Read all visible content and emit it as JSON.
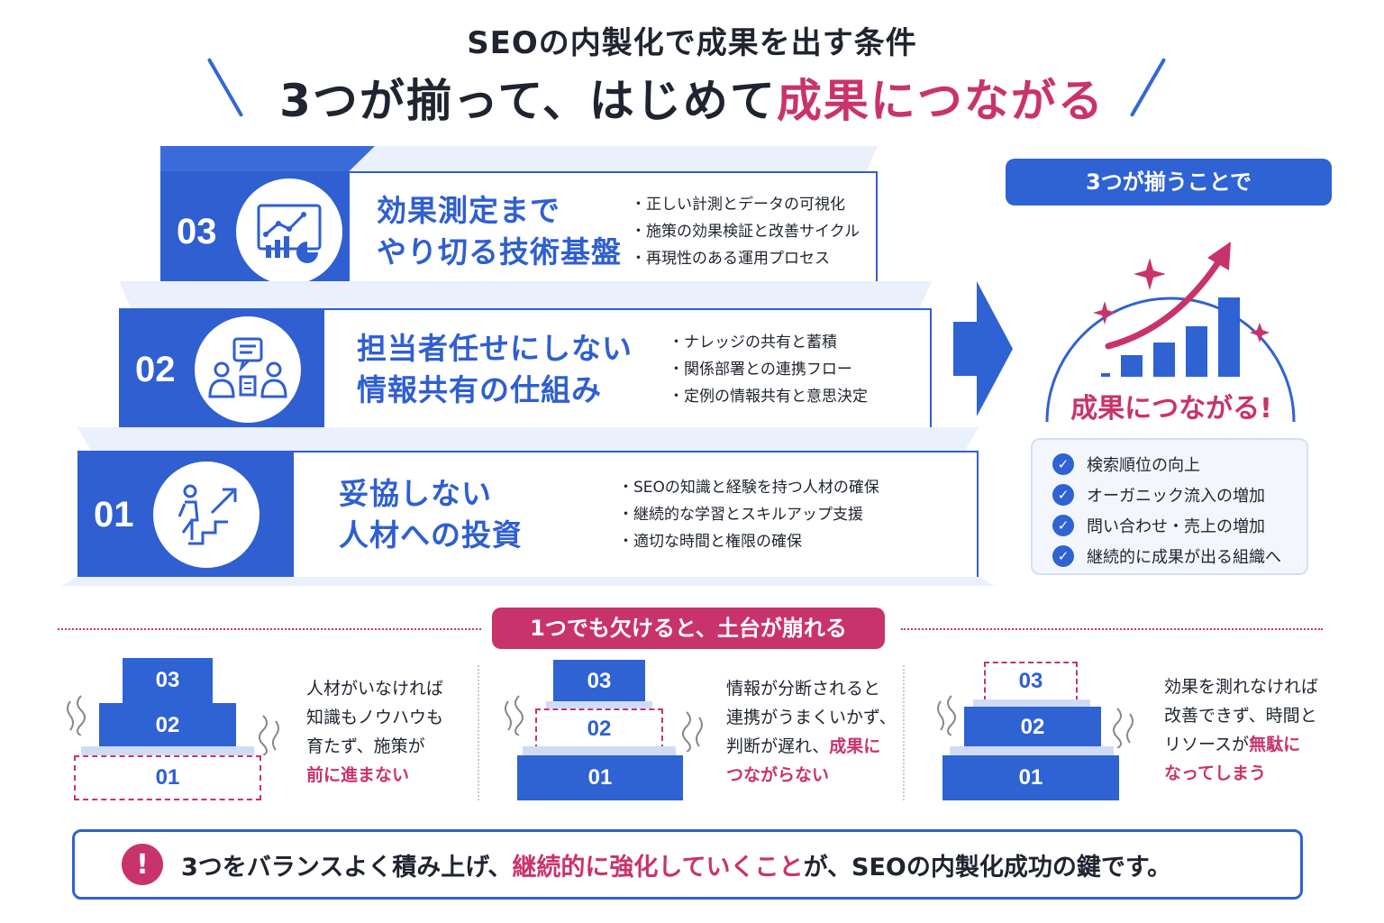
{
  "header": {
    "subtitle": "SEOの内製化で成果を出す条件",
    "headline_main": "3つが揃って、はじめて",
    "headline_accent": "成果につながる"
  },
  "tiers": [
    {
      "number": "03",
      "icon": "chart-analytics-icon",
      "title_line1": "効果測定まで",
      "title_line2": "やり切る技術基盤",
      "bullets": [
        "・正しい計測とデータの可視化",
        "・施策の効果検証と改善サイクル",
        "・再現性のある運用プロセス"
      ]
    },
    {
      "number": "02",
      "icon": "team-sharing-icon",
      "title_line1": "担当者任せにしない",
      "title_line2": "情報共有の仕組み",
      "bullets": [
        "・ナレッジの共有と蓄積",
        "・関係部署との連携フロー",
        "・定例の情報共有と意思決定"
      ]
    },
    {
      "number": "01",
      "icon": "person-climbing-stairs-icon",
      "title_line1": "妥協しない",
      "title_line2": "人材への投資",
      "bullets": [
        "・SEOの知識と経験を持つ人材の確保",
        "・継続的な学習とスキルアップ支援",
        "・適切な時間と権限の確保"
      ]
    }
  ],
  "result": {
    "pill": "3つが揃うことで",
    "caption": "成果につながる!",
    "items": [
      "検索順位の向上",
      "オーガニック流入の増加",
      "問い合わせ・売上の増加",
      "継続的に成果が出る組織へ"
    ]
  },
  "bottom": {
    "pill": "1つでも欠けると、土台が崩れる",
    "labels": {
      "a": "03",
      "b": "02",
      "c": "01"
    },
    "cases": [
      {
        "missing": "01",
        "lines": [
          "人材がいなければ",
          "知識もノウハウも",
          "育たず、施策が"
        ],
        "accent": "前に進まない"
      },
      {
        "missing": "02",
        "lines": [
          "情報が分断されると",
          "連携がうまくいかず、"
        ],
        "line3_plain": "判断が遅れ、",
        "line3_accent": "成果に",
        "accent": "つながらない"
      },
      {
        "missing": "03",
        "lines": [
          "効果を測れなければ",
          "改善できず、時間と"
        ],
        "line3_plain": "リソースが",
        "line3_accent": "無駄に",
        "accent": "なってしまう"
      }
    ]
  },
  "banner": {
    "icon": "exclamation-icon",
    "text_a": "3つをバランスよく積み上げ、",
    "text_accent": "継続的に強化していくこと",
    "text_b": "が、SEOの内製化成功の鍵です。"
  },
  "colors": {
    "brand_blue": "#2f62d3",
    "accent_pink": "#c9336b"
  }
}
